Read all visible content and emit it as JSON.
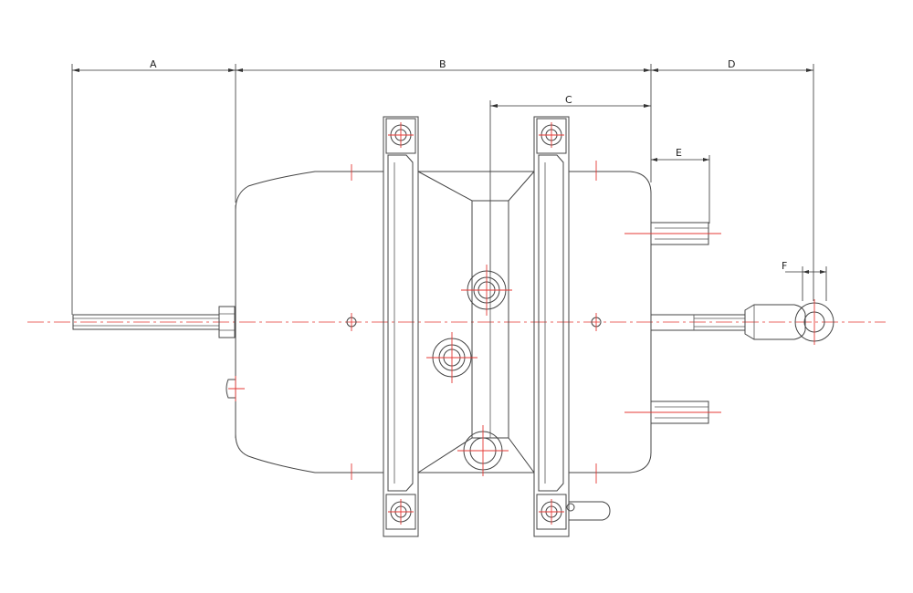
{
  "dimensions": {
    "a": "A",
    "b": "B",
    "c": "C",
    "d": "D",
    "e": "E",
    "f": "F"
  },
  "colors": {
    "outline": "#444444",
    "centerline": "#e53935",
    "background": "#ffffff"
  }
}
